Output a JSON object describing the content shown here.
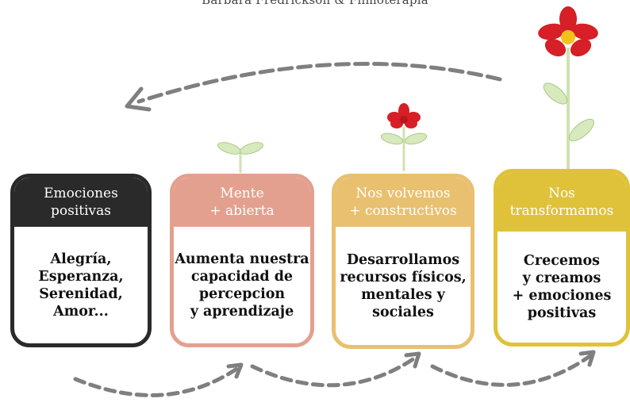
{
  "header": {
    "text": "Barbara Fredrickson & Filmoterapia"
  },
  "colors": {
    "card1": "#2a2a2a",
    "card2": "#e4a08e",
    "card3": "#e8c070",
    "card4": "#dfc23a",
    "arrows": "#7f7f7f",
    "petals": "#d61f26",
    "leaves": "#cfe3b0"
  },
  "cards": [
    {
      "title": [
        "Emociones",
        "positivas"
      ],
      "body": [
        "Alegría,",
        "Esperanza,",
        "Serenidad,",
        "Amor..."
      ]
    },
    {
      "title": [
        "Mente",
        "+ abierta"
      ],
      "body": [
        "Aumenta nuestra",
        "capacidad de",
        "percepcion",
        "y aprendizaje"
      ]
    },
    {
      "title": [
        "Nos volvemos",
        "+ constructivos"
      ],
      "body": [
        "Desarrollamos",
        "recursos físicos,",
        "mentales y",
        "sociales"
      ]
    },
    {
      "title": [
        "Nos",
        "transformamos"
      ],
      "body": [
        "Crecemos",
        "y creamos",
        "+ emociones",
        "positivas"
      ]
    }
  ],
  "icons": [
    "sprout-icon",
    "small-flower-icon",
    "tall-flower-icon",
    "dashed-arrow-icon"
  ]
}
